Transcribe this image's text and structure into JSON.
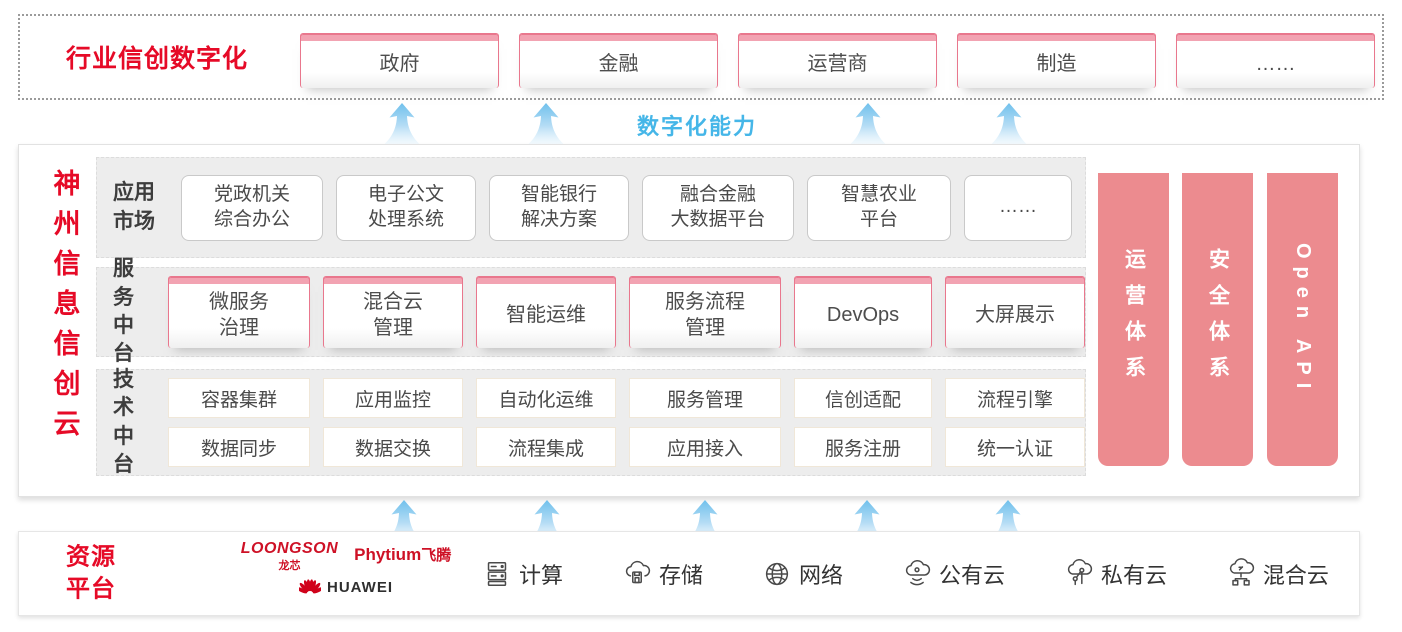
{
  "colors": {
    "accent_red": "#e60a27",
    "pillar_pink": "#ec8b8f",
    "card_border_pink": "#e9778d",
    "card_cap_pink": "#f2a3b2",
    "capability_blue": "#45b6e8",
    "row_bg": "#ededed"
  },
  "top": {
    "title": "行业信创数字化",
    "cards": [
      {
        "label": "政府"
      },
      {
        "label": "金融"
      },
      {
        "label": "运营商"
      },
      {
        "label": "制造"
      },
      {
        "label": "……"
      }
    ]
  },
  "capability": {
    "label": "数字化能力"
  },
  "platform": {
    "title": "神州信息信创云",
    "rows": [
      {
        "label": "应用\n市场",
        "cards": [
          {
            "label": "党政机关\n综合办公"
          },
          {
            "label": "电子公文\n处理系统"
          },
          {
            "label": "智能银行\n解决方案"
          },
          {
            "label": "融合金融\n大数据平台"
          },
          {
            "label": "智慧农业\n平台"
          },
          {
            "label": "……"
          }
        ]
      },
      {
        "label": "服务\n中台",
        "cards": [
          {
            "label": "微服务\n治理"
          },
          {
            "label": "混合云\n管理"
          },
          {
            "label": "智能运维"
          },
          {
            "label": "服务流程\n管理"
          },
          {
            "label": "DevOps"
          },
          {
            "label": "大屏展示"
          }
        ]
      },
      {
        "label": "技术\n中台",
        "cards_top": [
          {
            "label": "容器集群"
          },
          {
            "label": "应用监控"
          },
          {
            "label": "自动化运维"
          },
          {
            "label": "服务管理"
          },
          {
            "label": "信创适配"
          },
          {
            "label": "流程引擎"
          }
        ],
        "cards_bottom": [
          {
            "label": "数据同步"
          },
          {
            "label": "数据交换"
          },
          {
            "label": "流程集成"
          },
          {
            "label": "应用接入"
          },
          {
            "label": "服务注册"
          },
          {
            "label": "统一认证"
          }
        ]
      }
    ],
    "pillars": [
      {
        "label": "运营体系"
      },
      {
        "label": "安全体系"
      },
      {
        "label": "Open API"
      }
    ]
  },
  "resources": {
    "title": "资源\n平台",
    "vendors": {
      "loongson": "LOONGSON",
      "loongson_sub": "龙芯",
      "phytium": "Phytium",
      "phytium_sub": "飞腾",
      "huawei": "HUAWEI"
    },
    "items": [
      {
        "icon": "compute-icon",
        "label": "计算"
      },
      {
        "icon": "storage-icon",
        "label": "存储"
      },
      {
        "icon": "network-icon",
        "label": "网络"
      },
      {
        "icon": "public-cloud-icon",
        "label": "公有云"
      },
      {
        "icon": "private-cloud-icon",
        "label": "私有云"
      },
      {
        "icon": "hybrid-cloud-icon",
        "label": "混合云"
      }
    ]
  }
}
